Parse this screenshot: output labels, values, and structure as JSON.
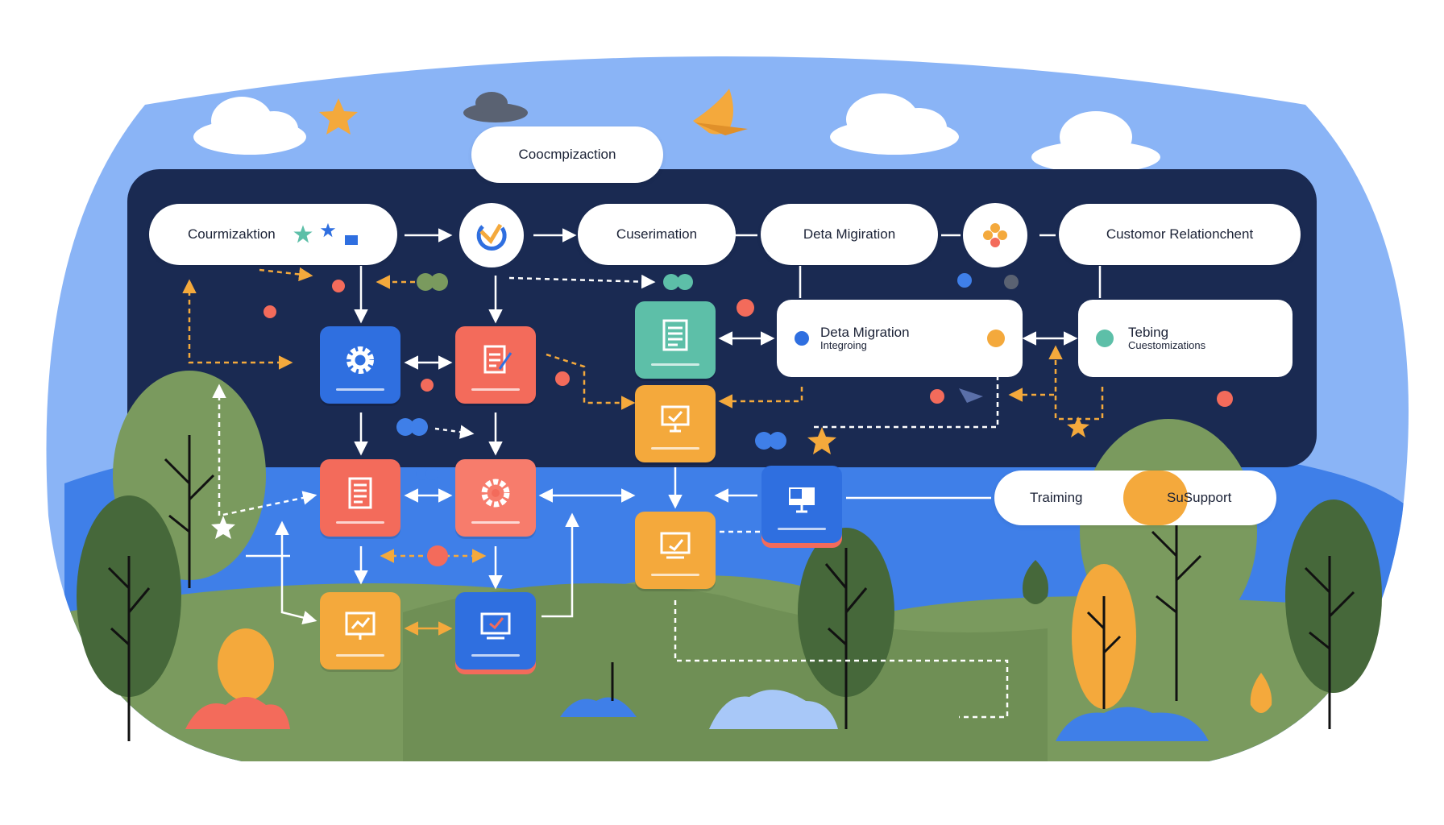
{
  "top_label": "Coocmpizaction",
  "flow_row": [
    {
      "label": "Courmizaktion"
    },
    {
      "label": "Cuserimation"
    },
    {
      "label": "Deta Migiration"
    },
    {
      "label": "Customor Relationchent"
    }
  ],
  "cards": {
    "data_migration": {
      "title": "Deta Migration",
      "subtitle": "Integroing"
    },
    "testing": {
      "title": "Tebing",
      "subtitle": "Cuestomizations"
    }
  },
  "bottom_pill": {
    "left": "Traiming",
    "right": "SuSupport"
  },
  "colors": {
    "sky": "#8ab4f6",
    "panel": "#1a2a52",
    "lake": "#3f7fe8",
    "grass": "#7a9a5e",
    "tile_blue": "#2f6fe0",
    "tile_red": "#f36b5b",
    "tile_orange": "#f4a93c",
    "tile_teal": "#5dbfa8",
    "arrow_orange": "#f4a93c"
  },
  "icons": [
    "gear-icon",
    "document-icon",
    "monitor-icon",
    "checklist-icon",
    "star-icon",
    "cloud-icon",
    "tree-icon",
    "flower-icon",
    "bird-icon"
  ]
}
